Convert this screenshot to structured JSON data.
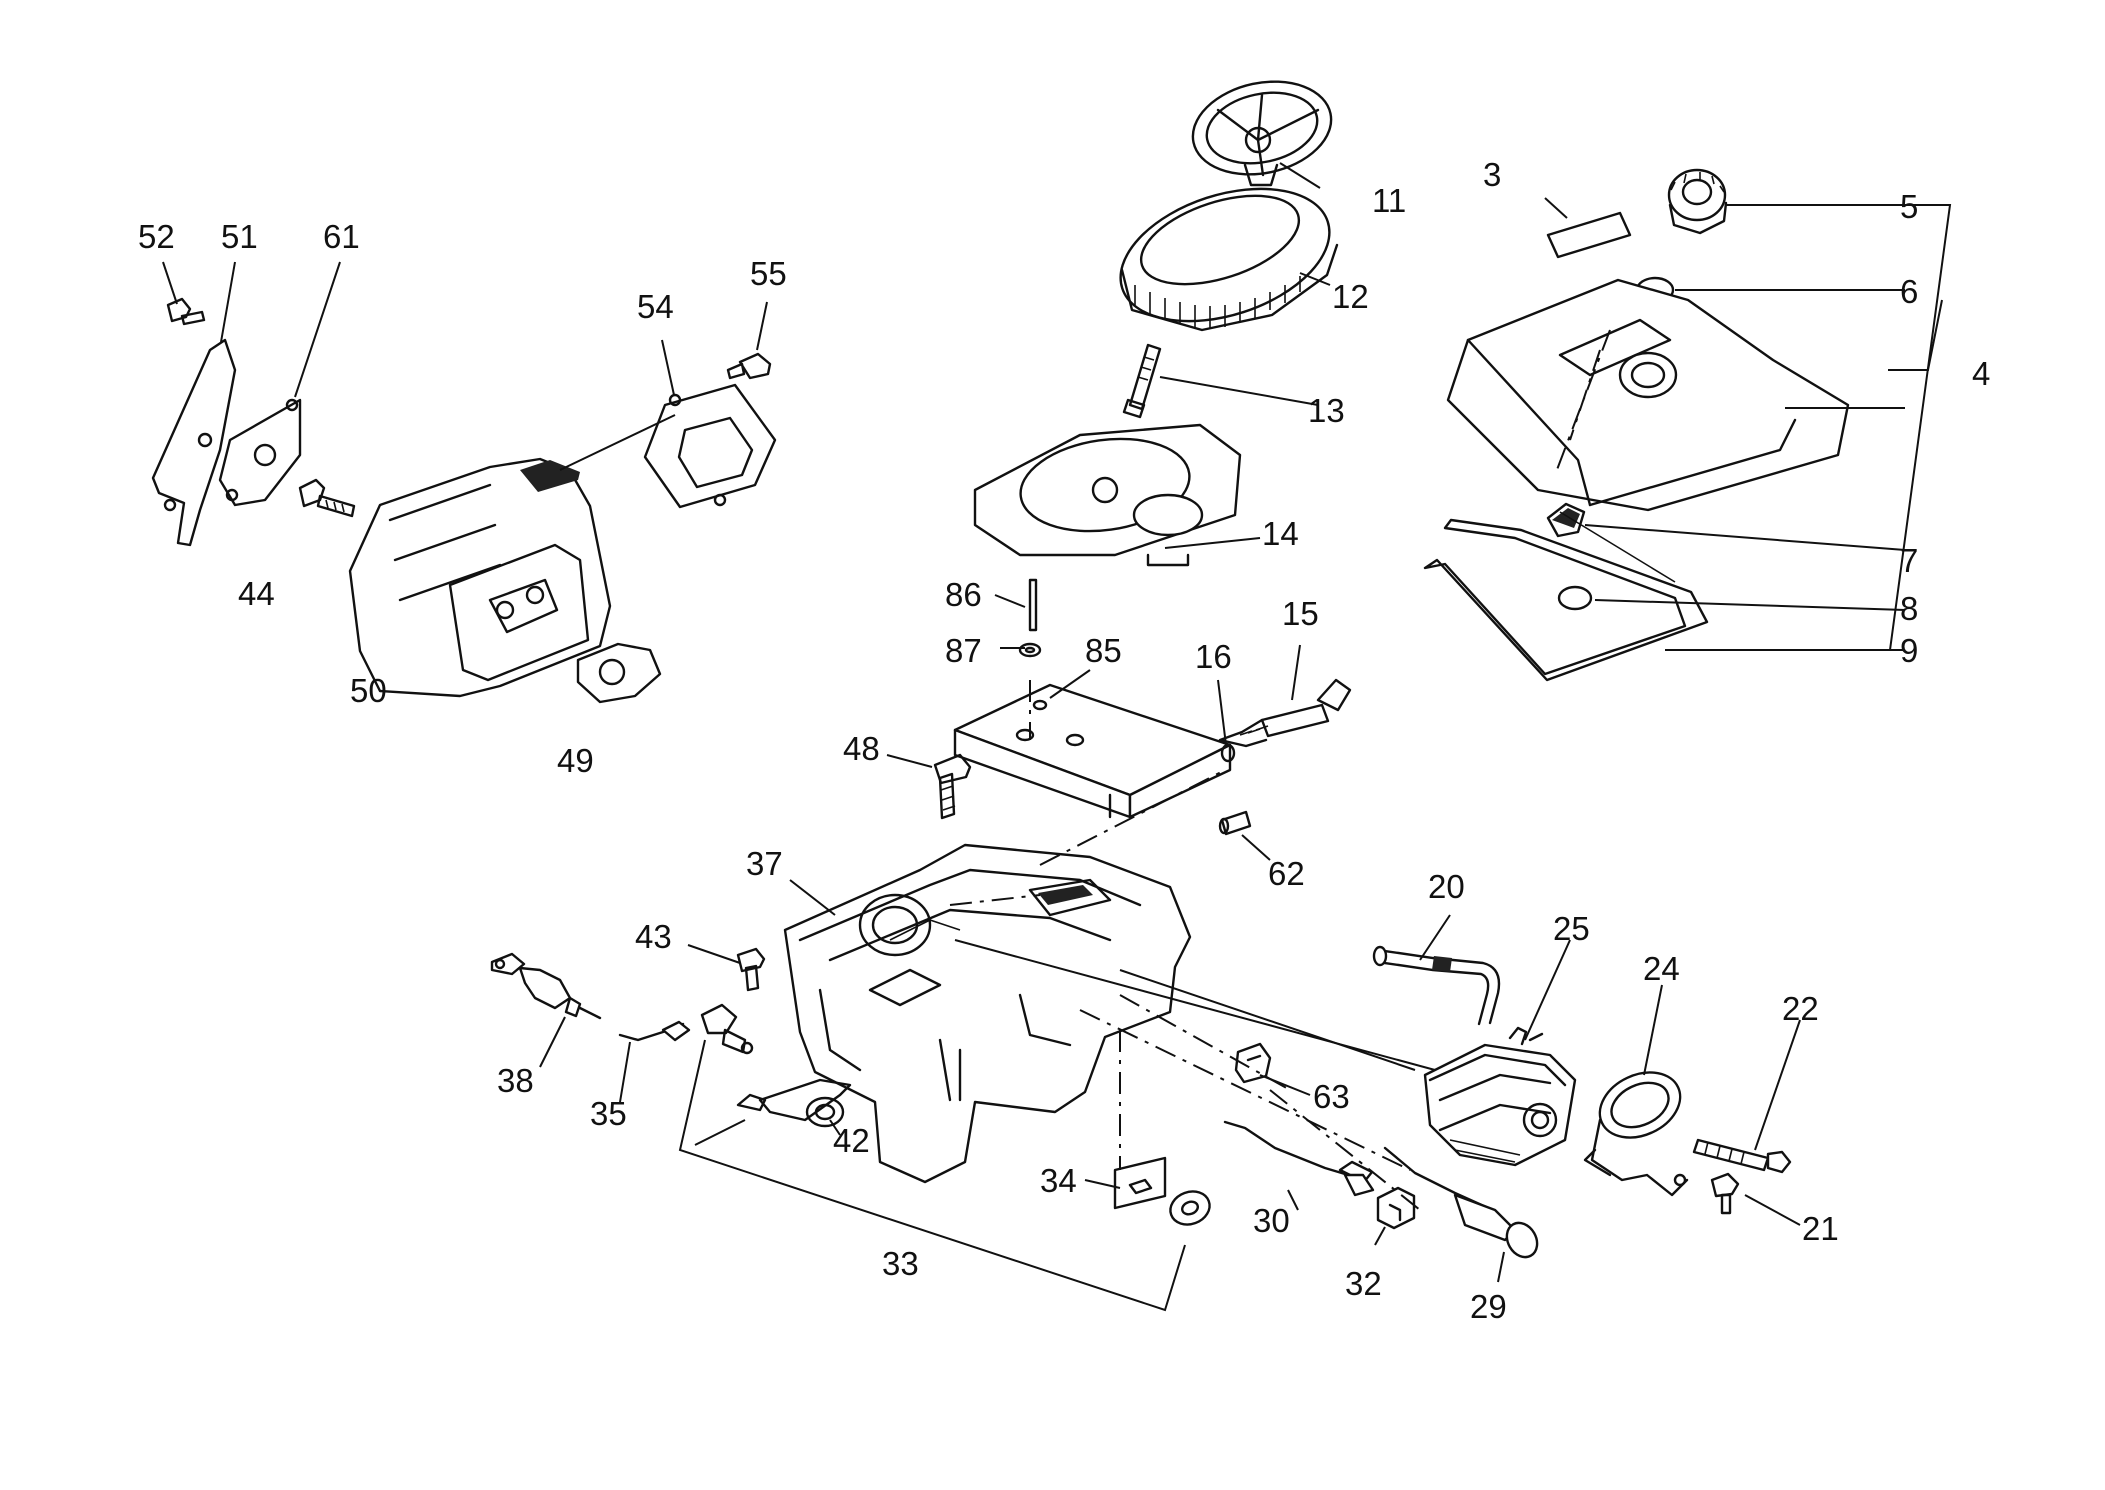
{
  "labels": {
    "p3": "3",
    "p4": "4",
    "p5": "5",
    "p6": "6",
    "p7": "7",
    "p8": "8",
    "p9": "9",
    "p11": "11",
    "p12": "12",
    "p13": "13",
    "p14": "14",
    "p15": "15",
    "p16": "16",
    "p20": "20",
    "p21": "21",
    "p22": "22",
    "p24": "24",
    "p25": "25",
    "p29": "29",
    "p30": "30",
    "p32": "32",
    "p33": "33",
    "p34": "34",
    "p35": "35",
    "p37": "37",
    "p38": "38",
    "p42": "42",
    "p43": "43",
    "p44": "44",
    "p48": "48",
    "p49": "49",
    "p50": "50",
    "p51": "51",
    "p52": "52",
    "p54": "54",
    "p55": "55",
    "p61": "61",
    "p62": "62",
    "p63": "63",
    "p85": "85",
    "p86": "86",
    "p87": "87"
  }
}
